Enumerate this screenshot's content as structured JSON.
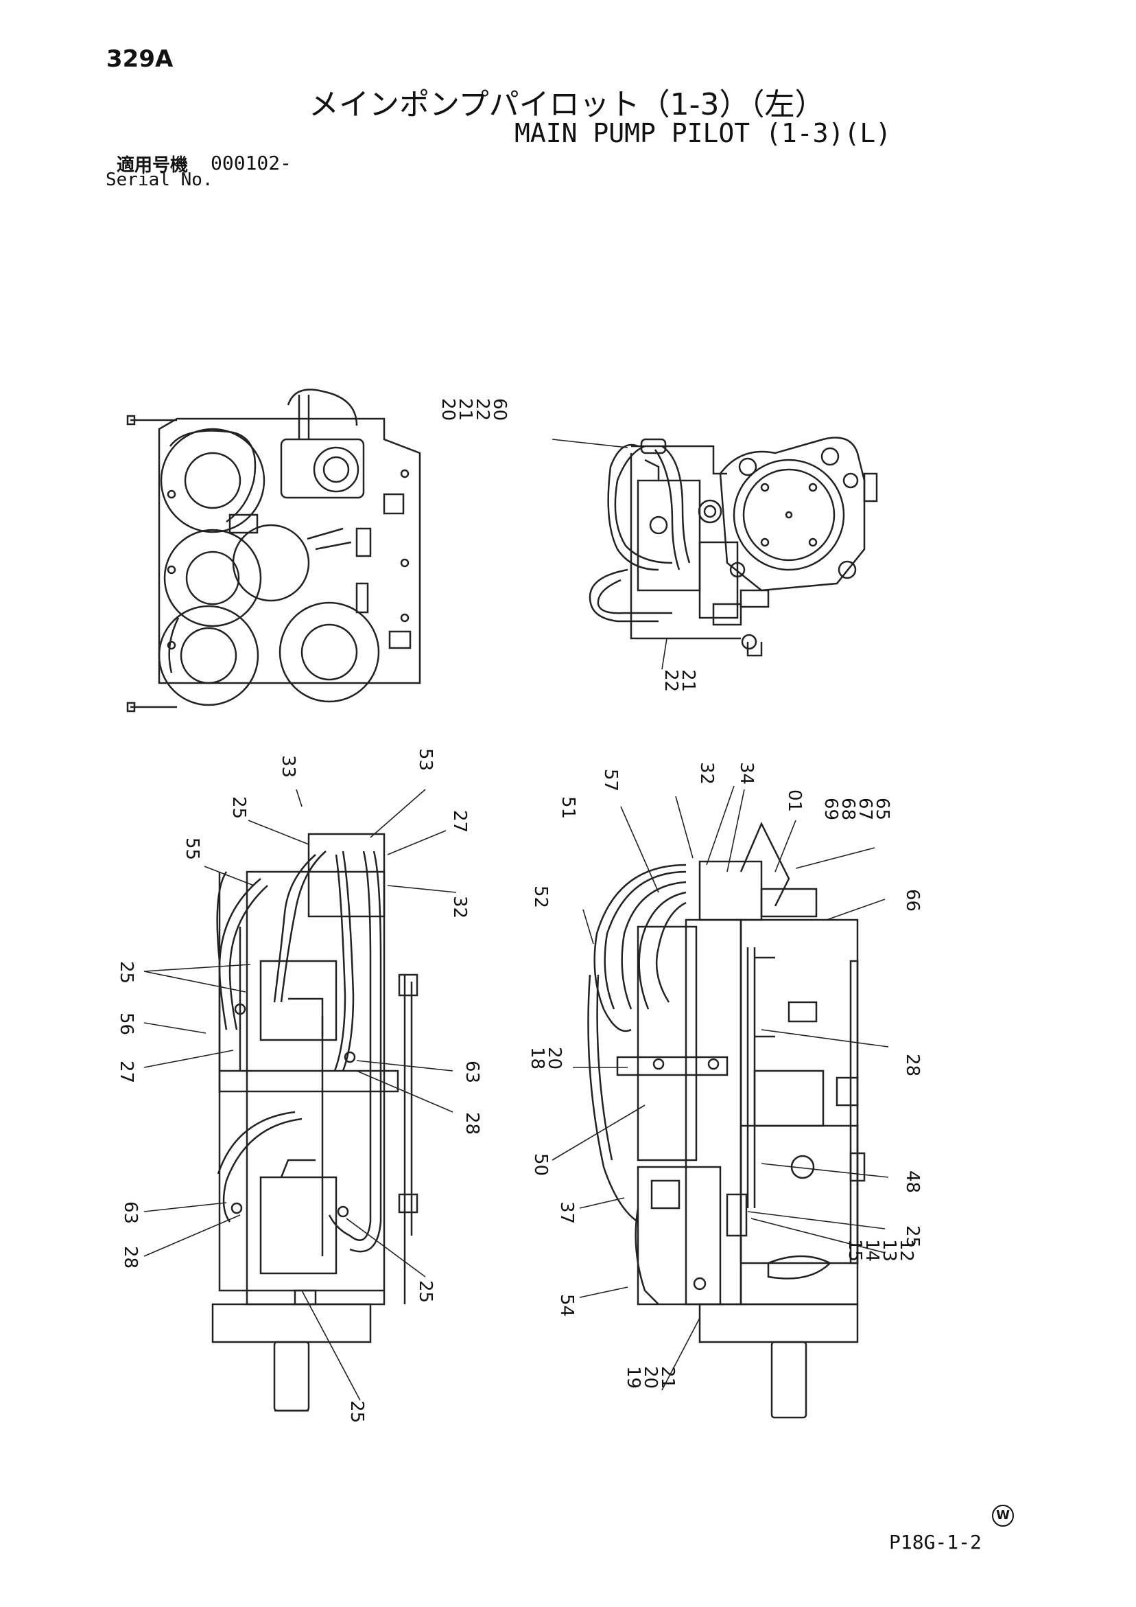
{
  "header": {
    "page_number": "329A",
    "title_jp": "メインポンプパイロット（1-3）（左）",
    "title_en": "MAIN PUMP PILOT (1-3)(L)",
    "serial_label_jp": "適用号機",
    "serial_value": "000102-",
    "serial_label_en": "Serial No."
  },
  "footer": {
    "mark": "W",
    "code": "P18G-1-2"
  },
  "views": {
    "top_right": {
      "upper_labels": [
        "60",
        "22",
        "21",
        "20"
      ],
      "lower_labels": [
        "21",
        "22"
      ]
    },
    "bottom_left": {
      "labels": [
        "33",
        "25",
        "53",
        "55",
        "27",
        "32",
        "25",
        "56",
        "27",
        "63",
        "28",
        "63",
        "28",
        "25",
        "25"
      ]
    },
    "bottom_right": {
      "labels": [
        "32",
        "34",
        "57",
        "51",
        "01",
        "65",
        "67",
        "68",
        "69",
        "52",
        "66",
        "28",
        "20",
        "18",
        "50",
        "48",
        "37",
        "25",
        "12",
        "13",
        "14",
        "15",
        "54",
        "21",
        "20",
        "19"
      ]
    }
  }
}
